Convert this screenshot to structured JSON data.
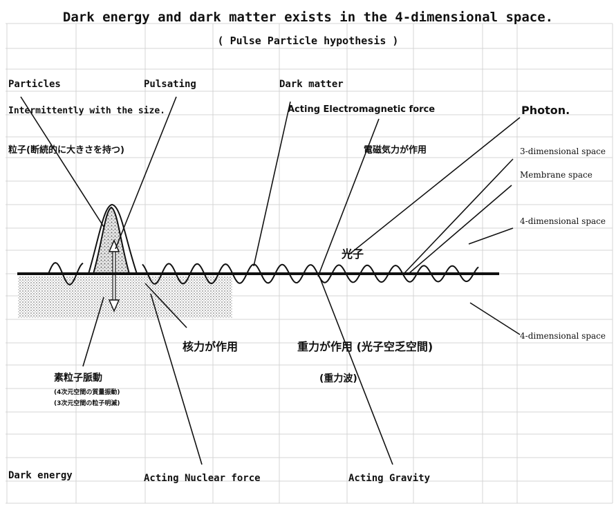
{
  "title": "Dark energy and dark matter exists in the 4-dimensional space.",
  "subtitle": "( Pulse Particle hypothesis )",
  "labels": {
    "particles": "Particles",
    "pulsating": "Pulsating",
    "dark_matter": "Dark matter",
    "intermittent": "Intermittently with the size.",
    "acting_em": "Acting  Electromagnetic force",
    "photon": "Photon.",
    "particle_jp": "粒子(断続的に大きさを持つ)",
    "em_jp": "電磁気力が作用",
    "space_3d": "3-dimensional space",
    "membrane": "Membrane space",
    "space_4d_upper": "4-dimensional space",
    "photon_jp": "光子",
    "nuclear_jp": "核力が作用",
    "gravity_jp": "重力が作用 (光子空乏空間)",
    "space_4d_lower": "4-dimensional space",
    "elem_pulse_jp": "素粒子脈動",
    "note1_jp": "(4次元空間の質量振動)",
    "note2_jp": "(3次元空間の粒子明滅)",
    "grav_wave_jp": "(重力波)",
    "dark_energy": "Dark energy",
    "acting_nuclear": "Acting  Nuclear force",
    "acting_gravity": "Acting  Gravity"
  },
  "colors": {
    "ink": "#111111",
    "grid": "#d4d4d4",
    "shade": "#a8a8a8"
  }
}
